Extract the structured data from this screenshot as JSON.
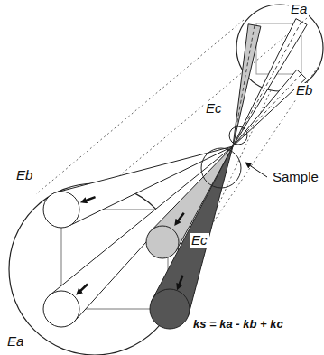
{
  "diagram": {
    "labels": [
      "Ea",
      "Eb",
      "Ec",
      "Sample",
      "Eb",
      "Ec",
      "Ea",
      "ks = ka - kb + kc"
    ]
  }
}
